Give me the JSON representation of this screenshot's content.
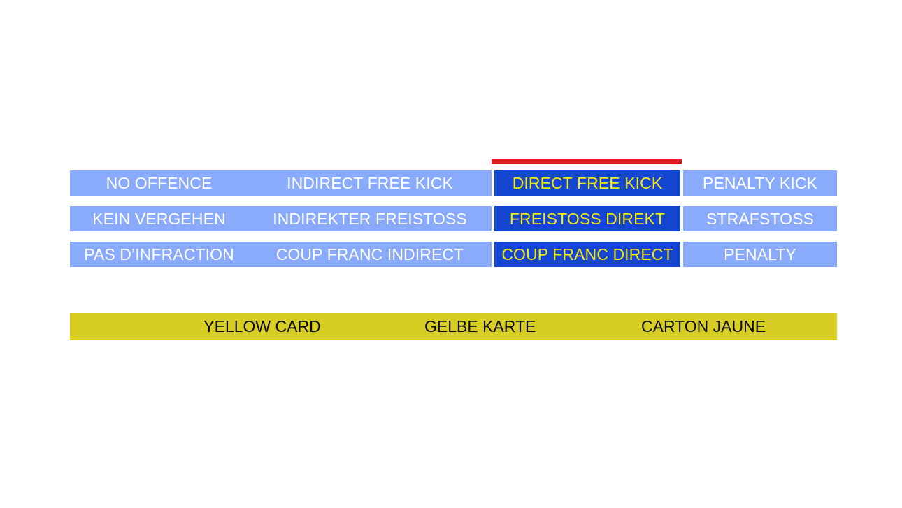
{
  "slide": {
    "background_color": "#ffffff"
  },
  "decision_matrix": {
    "highlighted_column_index": 2,
    "marker": {
      "name": "red-highlight-bar",
      "color": "#e01b22"
    },
    "colors": {
      "cell_background": "#8aabfb",
      "cell_text": "#ffffff",
      "highlight_background": "#1446d2",
      "highlight_text": "#f5e614"
    },
    "rows": [
      {
        "language": "english",
        "cells": [
          "NO OFFENCE",
          "INDIRECT FREE KICK",
          "DIRECT FREE KICK",
          "PENALTY KICK"
        ]
      },
      {
        "language": "german",
        "cells": [
          "KEIN VERGEHEN",
          "INDIREKTER FREISTOSS",
          "FREISTOSS DIREKT",
          "STRAFSTOSS"
        ]
      },
      {
        "language": "french",
        "cells": [
          "PAS D’INFRACTION",
          "COUP FRANC INDIRECT",
          "COUP FRANC DIRECT",
          "PENALTY"
        ]
      }
    ]
  },
  "yellow_card_bar": {
    "background_color": "#d8cd23",
    "text_color": "#0a0a0a",
    "labels": [
      "YELLOW CARD",
      "GELBE KARTE",
      "CARTON JAUNE"
    ]
  }
}
